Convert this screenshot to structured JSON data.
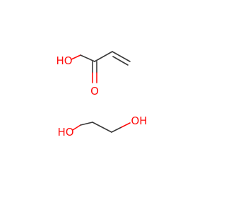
{
  "acrylic_acid": {
    "hydroxyl_label": "HO",
    "carbonyl_label": "O"
  },
  "ethylene_glycol": {
    "hydroxyl_left_label": "HO",
    "hydroxyl_right_label": "OH"
  },
  "colors": {
    "bond": "#3a3a3a",
    "oxygen": "#ff0d0d",
    "background": "#ffffff"
  }
}
